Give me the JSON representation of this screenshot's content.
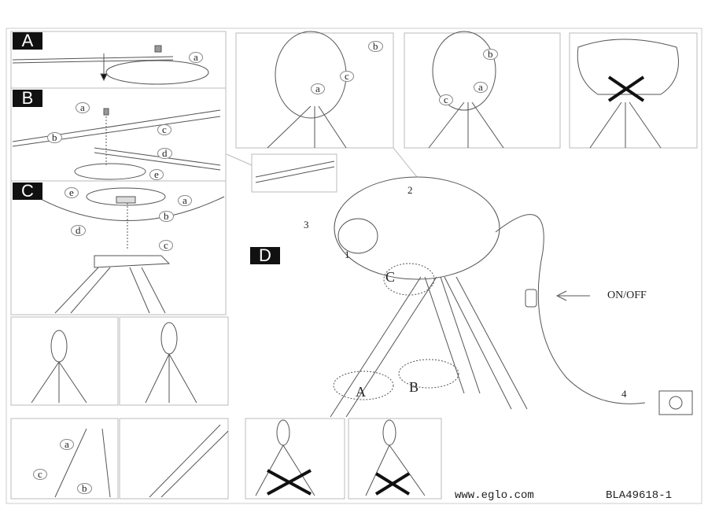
{
  "steps": {
    "a": "A",
    "b": "B",
    "c": "C",
    "d": "D"
  },
  "step_a": {
    "labels": [
      "a"
    ]
  },
  "step_b": {
    "labels": [
      "a",
      "b",
      "c",
      "d",
      "e"
    ]
  },
  "step_c": {
    "labels": [
      "e",
      "a",
      "b",
      "d",
      "c"
    ]
  },
  "top_panel_1": {
    "labels": [
      "b",
      "a",
      "c"
    ]
  },
  "top_panel_2": {
    "labels": [
      "b",
      "c",
      "a"
    ]
  },
  "step_d": {
    "numbers": [
      "2",
      "3",
      "1",
      "4"
    ],
    "circle_labels": [
      "C",
      "A",
      "B"
    ],
    "switch_label": "ON/OFF"
  },
  "bottom_panel": {
    "labels": [
      "a",
      "c",
      "b"
    ]
  },
  "footer": {
    "website": "www.eglo.com",
    "code": "BLA49618-1"
  }
}
